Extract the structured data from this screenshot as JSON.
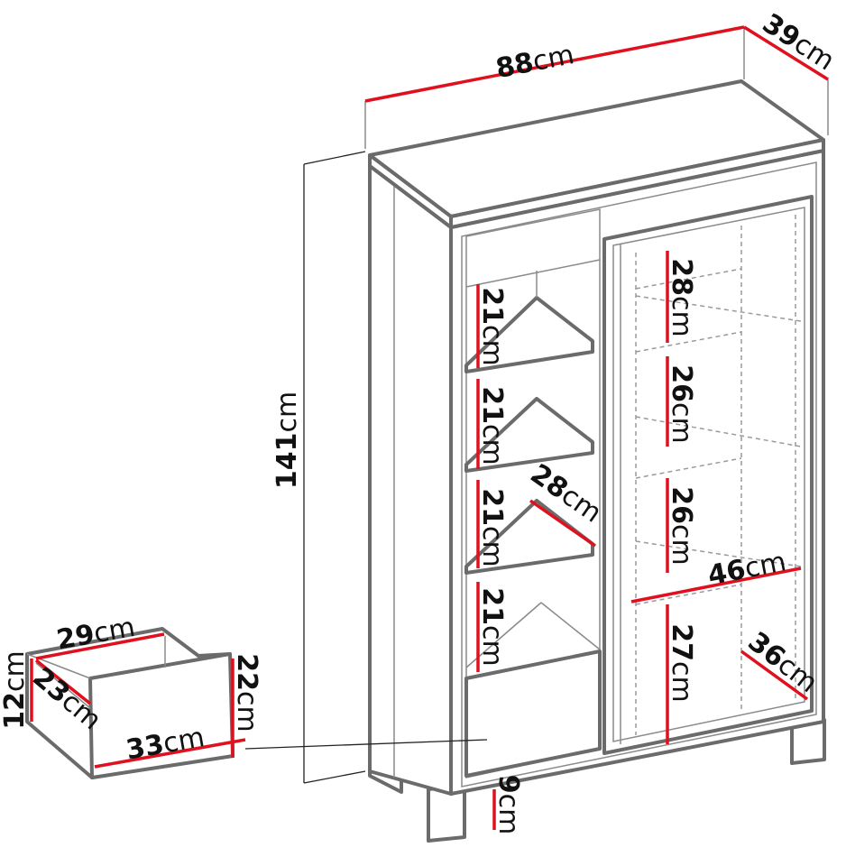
{
  "title": "Cabinet dimensions",
  "colors": {
    "dimension_line": "#e0101e",
    "outline": "#6b6b6b"
  },
  "cabinet": {
    "width": {
      "value": "88",
      "unit": "cm"
    },
    "depth": {
      "value": "39",
      "unit": "cm"
    },
    "height": {
      "value": "141",
      "unit": "cm"
    },
    "leg_height": {
      "value": "9",
      "unit": "cm"
    },
    "left_shelves": [
      {
        "value": "21",
        "unit": "cm"
      },
      {
        "value": "21",
        "unit": "cm"
      },
      {
        "value": "21",
        "unit": "cm"
      },
      {
        "value": "21",
        "unit": "cm"
      }
    ],
    "left_shelf_depth": {
      "value": "28",
      "unit": "cm"
    },
    "right_shelves": [
      {
        "value": "28",
        "unit": "cm"
      },
      {
        "value": "26",
        "unit": "cm"
      },
      {
        "value": "26",
        "unit": "cm"
      },
      {
        "value": "27",
        "unit": "cm"
      }
    ],
    "right_width": {
      "value": "46",
      "unit": "cm"
    },
    "right_depth": {
      "value": "36",
      "unit": "cm"
    }
  },
  "drawer": {
    "inner_width": {
      "value": "29",
      "unit": "cm"
    },
    "side_height": {
      "value": "12",
      "unit": "cm"
    },
    "inner_depth": {
      "value": "23",
      "unit": "cm"
    },
    "front_width": {
      "value": "33",
      "unit": "cm"
    },
    "front_height": {
      "value": "22",
      "unit": "cm"
    }
  }
}
